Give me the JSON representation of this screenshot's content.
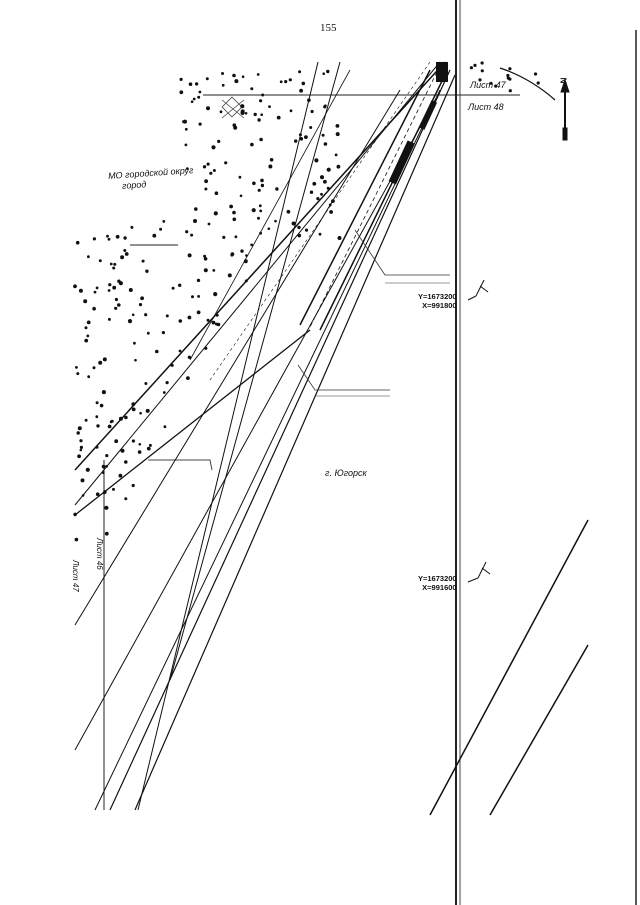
{
  "page": {
    "number": "155"
  },
  "labels": {
    "sheet_47_top": "Лист 47",
    "sheet_48": "Лист 48",
    "district_line1": "МО городской округ",
    "district_line2": "город",
    "city": "г. Югорск",
    "sheet_vertical_1": "Лист 47",
    "sheet_vertical_2": "Лист 46",
    "north_arrow": "N"
  },
  "coordinates": [
    {
      "y": "Y=1673200",
      "x": "X=991800"
    },
    {
      "y": "Y=1673200",
      "x": "X=991600"
    }
  ],
  "colors": {
    "ink": "#111111",
    "paper": "#ffffff"
  }
}
